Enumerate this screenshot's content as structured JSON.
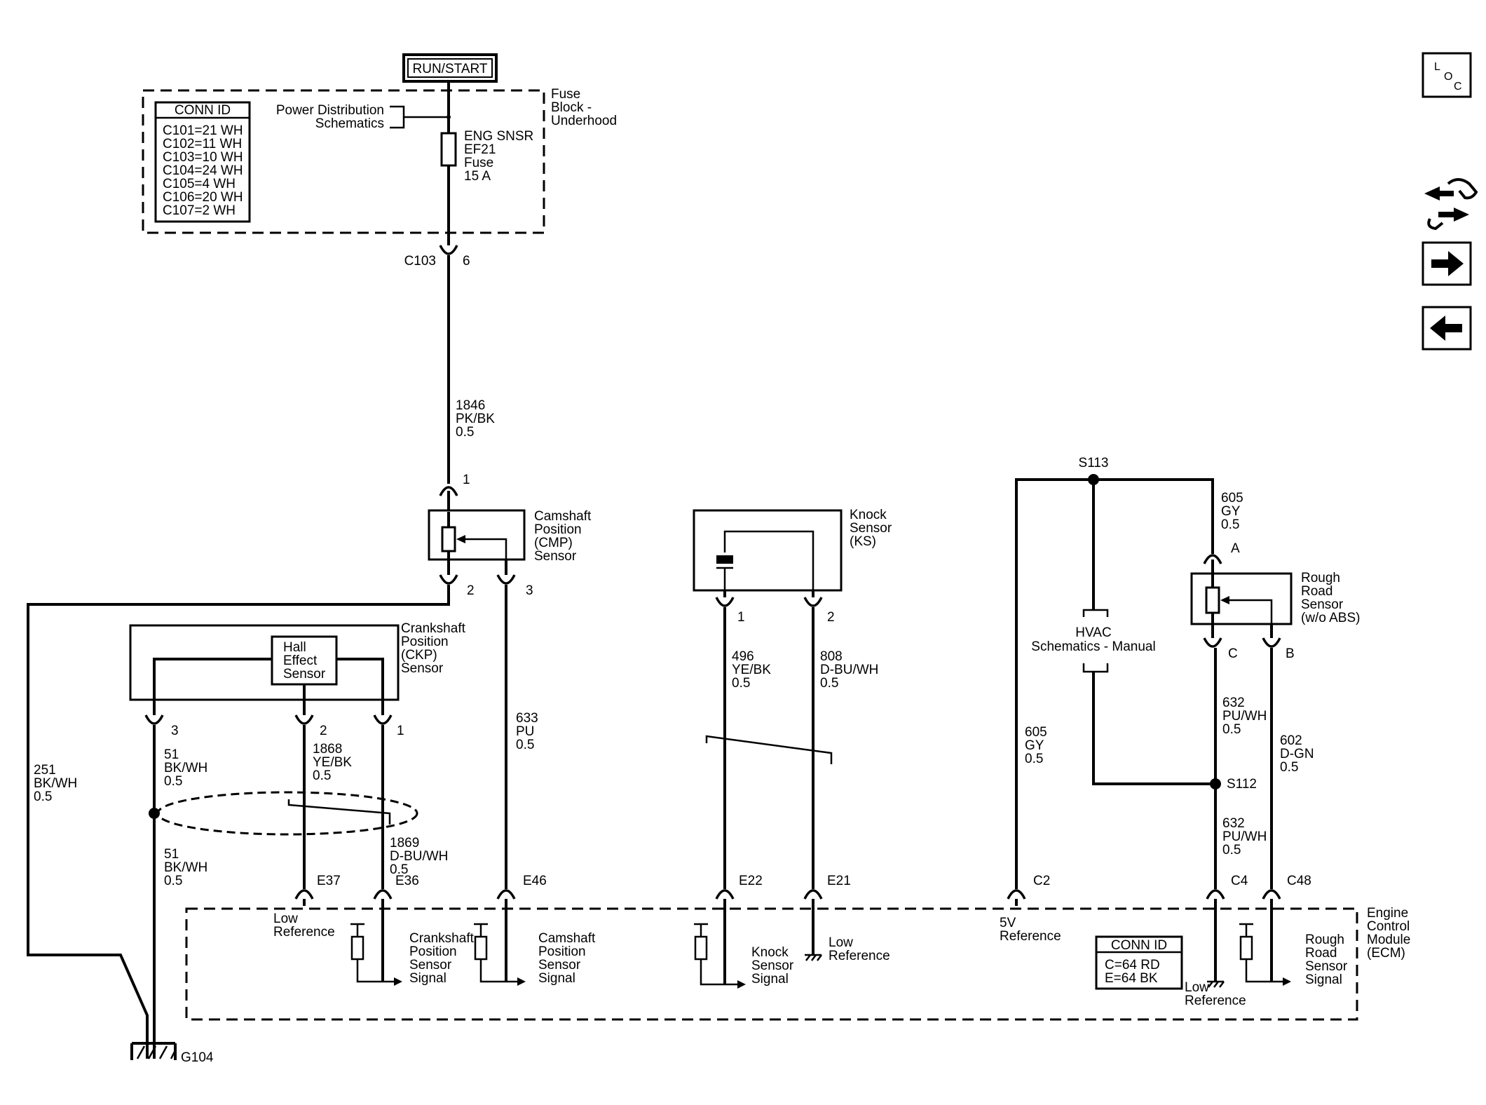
{
  "power": {
    "run_start": "RUN/START"
  },
  "fuse_block": {
    "name": [
      "Fuse",
      "Block -",
      "Underhood"
    ],
    "pds_ref": [
      "Power Distribution",
      "Schematics"
    ],
    "fuse": [
      "ENG SNSR",
      "EF21",
      "Fuse",
      "15 A"
    ]
  },
  "conn_id_table": {
    "title": "CONN ID",
    "rows": [
      "C101=21 WH",
      "C102=11 WH",
      "C103=10 WH",
      "C104=24 WH",
      "C105=4 WH",
      "C106=20 WH",
      "C107=2 WH"
    ]
  },
  "connector_c103": {
    "name": "C103",
    "pin": "6"
  },
  "wires": {
    "w1846": [
      "1846",
      "PK/BK",
      "0.5"
    ],
    "w633": [
      "633",
      "PU",
      "0.5"
    ],
    "w251": [
      "251",
      "BK/WH",
      "0.5"
    ],
    "w51a": [
      "51",
      "BK/WH",
      "0.5"
    ],
    "w51b": [
      "51",
      "BK/WH",
      "0.5"
    ],
    "w1868": [
      "1868",
      "YE/BK",
      "0.5"
    ],
    "w1869": [
      "1869",
      "D-BU/WH",
      "0.5"
    ],
    "w496": [
      "496",
      "YE/BK",
      "0.5"
    ],
    "w808": [
      "808",
      "D-BU/WH",
      "0.5"
    ],
    "w605a": [
      "605",
      "GY",
      "0.5"
    ],
    "w605b": [
      "605",
      "GY",
      "0.5"
    ],
    "w632a": [
      "632",
      "PU/WH",
      "0.5"
    ],
    "w632b": [
      "632",
      "PU/WH",
      "0.5"
    ],
    "w602": [
      "602",
      "D-GN",
      "0.5"
    ]
  },
  "cmp_sensor": {
    "name": [
      "Camshaft",
      "Position",
      "(CMP)",
      "Sensor"
    ],
    "pins": [
      "1",
      "2",
      "3"
    ]
  },
  "ckp_sensor": {
    "name": [
      "Crankshaft",
      "Position",
      "(CKP)",
      "Sensor"
    ],
    "hall": [
      "Hall",
      "Effect",
      "Sensor"
    ],
    "pins": [
      "3",
      "2",
      "1"
    ]
  },
  "knock_sensor": {
    "name": [
      "Knock",
      "Sensor",
      "(KS)"
    ],
    "pins": [
      "1",
      "2"
    ]
  },
  "rough_road": {
    "name": [
      "Rough",
      "Road",
      "Sensor",
      "(w/o ABS)"
    ],
    "pins": [
      "A",
      "C",
      "B"
    ]
  },
  "splices": {
    "s113": "S113",
    "s112": "S112"
  },
  "hvac": [
    "HVAC",
    "Schematics - Manual"
  ],
  "ground": "G104",
  "ecm": {
    "name": [
      "Engine",
      "Control",
      "Module",
      "(ECM)"
    ],
    "pins": [
      "E37",
      "E36",
      "E46",
      "E22",
      "E21",
      "C2",
      "C4",
      "C48"
    ],
    "low_ref_e37": [
      "Low",
      "Reference"
    ],
    "ckp_signal": [
      "Crankshaft",
      "Position",
      "Sensor",
      "Signal"
    ],
    "cmp_signal": [
      "Camshaft",
      "Position",
      "Sensor",
      "Signal"
    ],
    "ks_signal": [
      "Knock",
      "Sensor",
      "Signal"
    ],
    "low_ref_e21": [
      "Low",
      "Reference"
    ],
    "ref_5v": [
      "5V",
      "Reference"
    ],
    "low_ref_c4": [
      "Low",
      "Reference"
    ],
    "rr_signal": [
      "Rough",
      "Road",
      "Sensor",
      "Signal"
    ],
    "conn_id": {
      "title": "CONN ID",
      "rows": [
        "C=64 RD",
        "E=64 BK"
      ]
    }
  },
  "nav": {
    "loc": [
      "L",
      "O",
      "C"
    ]
  }
}
